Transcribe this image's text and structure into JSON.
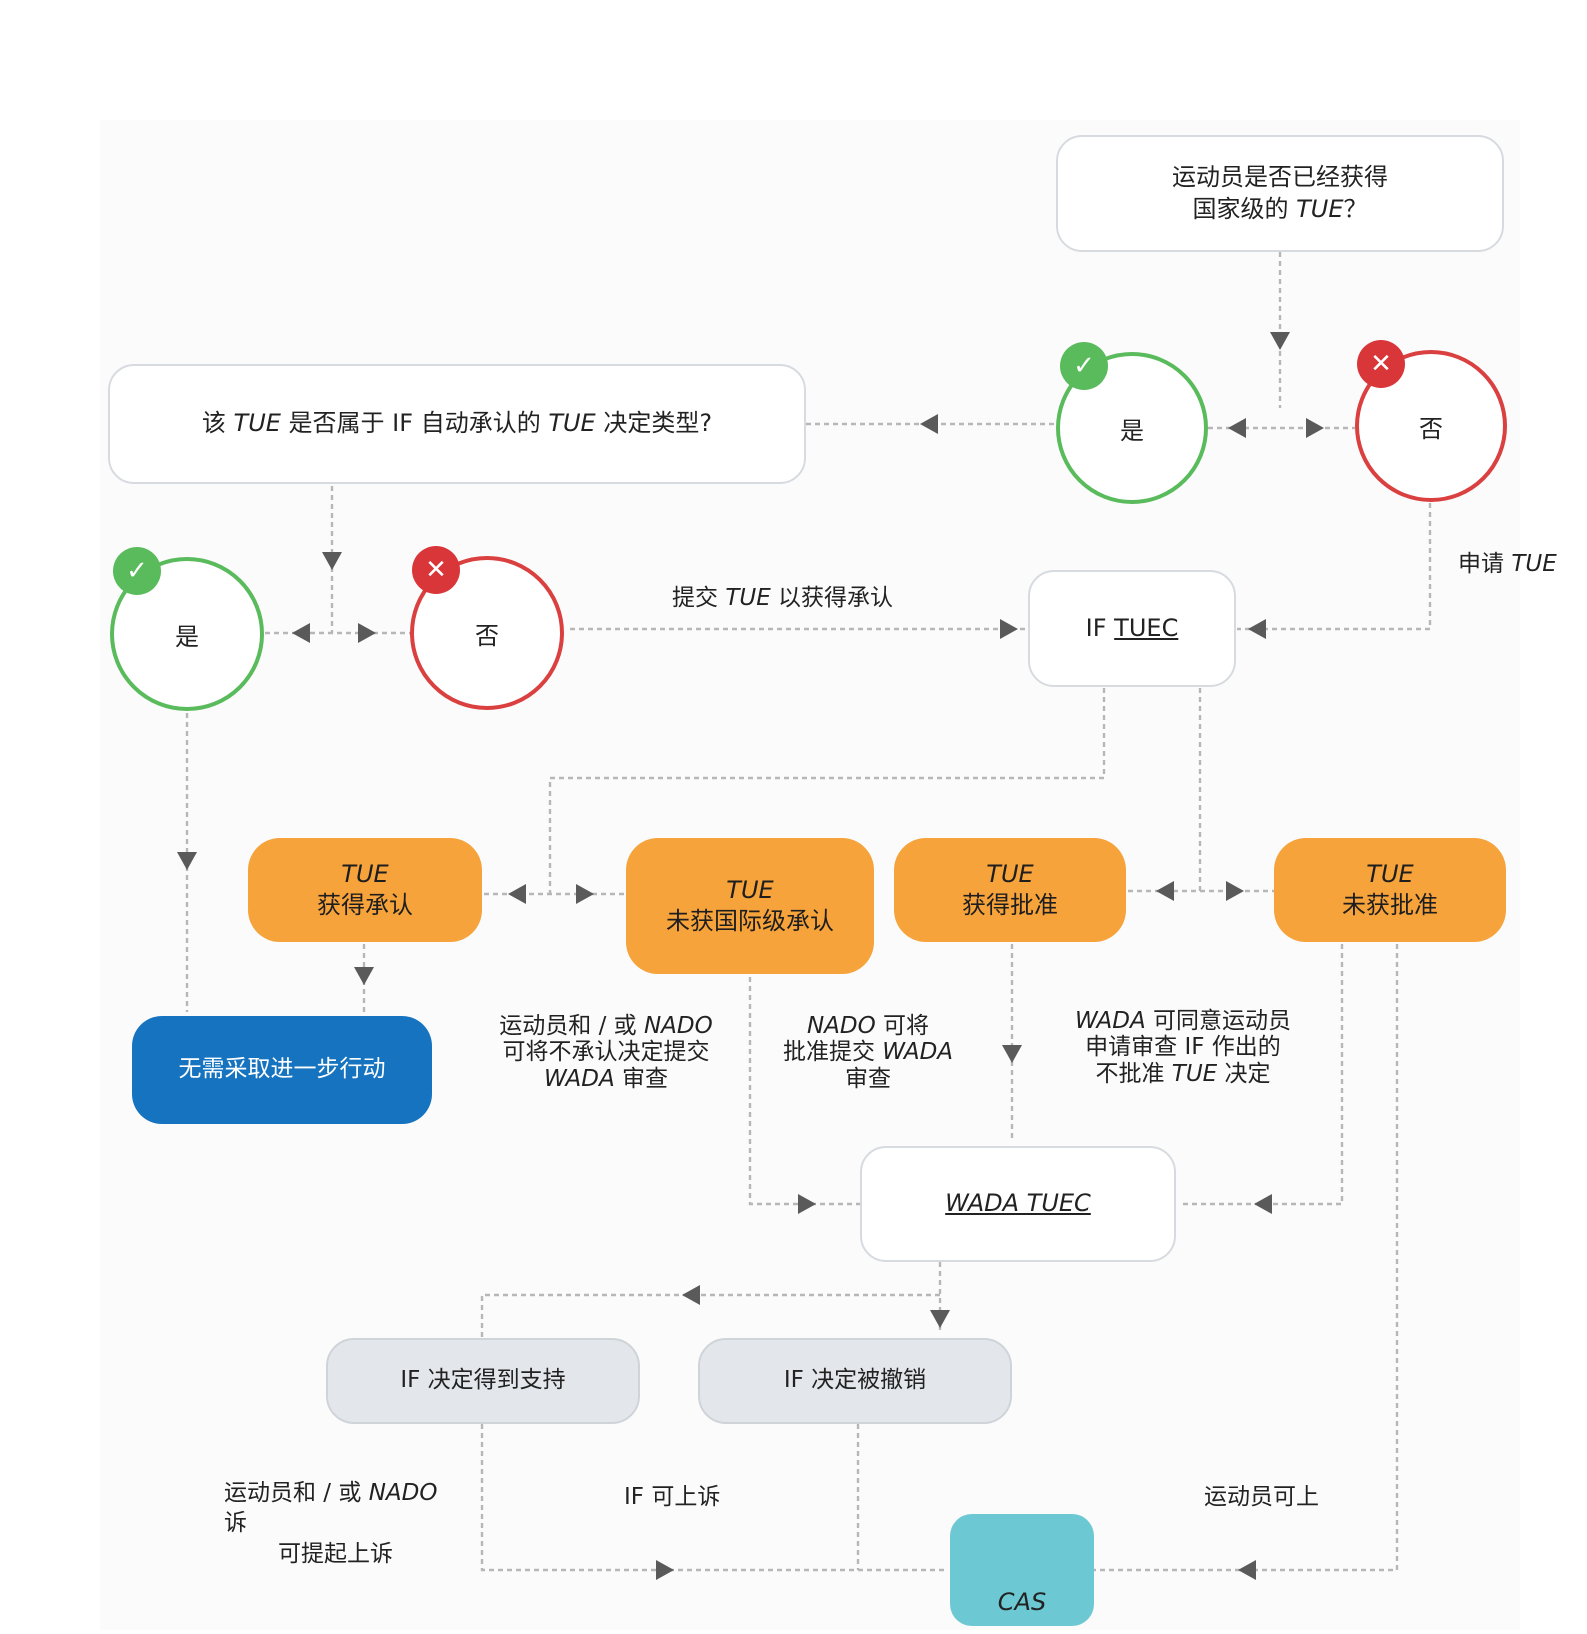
{
  "q1": {
    "line1": "运动员是否已经获得",
    "line2": "国家级的 ",
    "tue": "TUE",
    "end": "？"
  },
  "q1_yes": "是",
  "q1_no": "否",
  "q2": {
    "a": "该 ",
    "tue1": "TUE",
    "b": " 是否属于 IF 自动承认的 ",
    "tue2": "TUE",
    "c": " 决定类型?"
  },
  "q2_yes": "是",
  "q2_no": "否",
  "submit_label": {
    "a": "提交 ",
    "tue": "TUE",
    "b": " 以获得承认"
  },
  "apply_label": {
    "a": "申请 ",
    "tue": "TUE"
  },
  "if_tuec": {
    "a": "IF ",
    "b": "TUEC"
  },
  "outcomes": {
    "recognized": {
      "l1": "TUE",
      "l2": "获得承认"
    },
    "not_recognized": {
      "l1": "TUE",
      "l2": "未获国际级承认"
    },
    "approved": {
      "l1": "TUE",
      "l2": "获得批准"
    },
    "not_approved": {
      "l1": "TUE",
      "l2": "未获批准"
    }
  },
  "no_action": "无需采取进一步行动",
  "wada_note1": {
    "l1a": "运动员和 / 或 ",
    "l1b": "NADO",
    "l2": "可将不承认决定提交",
    "l3a": "WADA",
    "l3b": " 审查"
  },
  "wada_note2": {
    "l1a": "NADO",
    "l1b": " 可将",
    "l2a": "批准提交 ",
    "l2b": "WADA",
    "l3": "审查"
  },
  "wada_note3": {
    "l1a": "WADA",
    "l1b": " 可同意运动员",
    "l2": "申请审查 IF 作出的",
    "l3a": "不批准 ",
    "l3b": "TUE",
    "l3c": " 决定"
  },
  "wada_tuec": "WADA TUEC",
  "if_upheld": "IF 决定得到支持",
  "if_reversed": "IF 决定被撤销",
  "appeal1": {
    "l1a": "运动员和 / 或 ",
    "l1b": "NADO",
    "l2": "诉",
    "l3": "可提起上诉"
  },
  "appeal_if": "IF 可上诉",
  "appeal_athlete": "运动员可上",
  "cas": "CAS",
  "colors": {
    "orange": "#f7a33b",
    "blue": "#1673bf",
    "teal": "#6cc9d4",
    "green": "#59bb5b",
    "red": "#d9403f"
  }
}
